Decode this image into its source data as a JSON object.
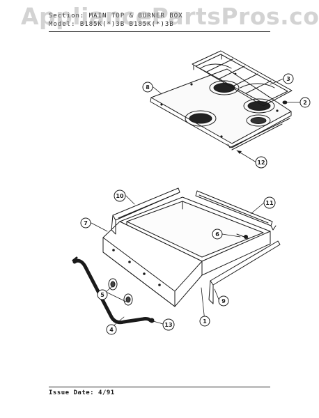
{
  "watermark": "AppliancePartsPros.com",
  "header": {
    "section_line": "Section: MAIN TOP & BURNER BOX",
    "model_line": "Model: B185K(*)3B  B185K(*)3B"
  },
  "footer": {
    "issue_date": "Issue Date: 4/91"
  },
  "callouts": [
    "1",
    "2",
    "3",
    "4",
    "5",
    "6",
    "7",
    "8",
    "9",
    "10",
    "11",
    "12",
    "13"
  ],
  "colors": {
    "ink": "#1a1a1a",
    "watermark": "#969696"
  }
}
